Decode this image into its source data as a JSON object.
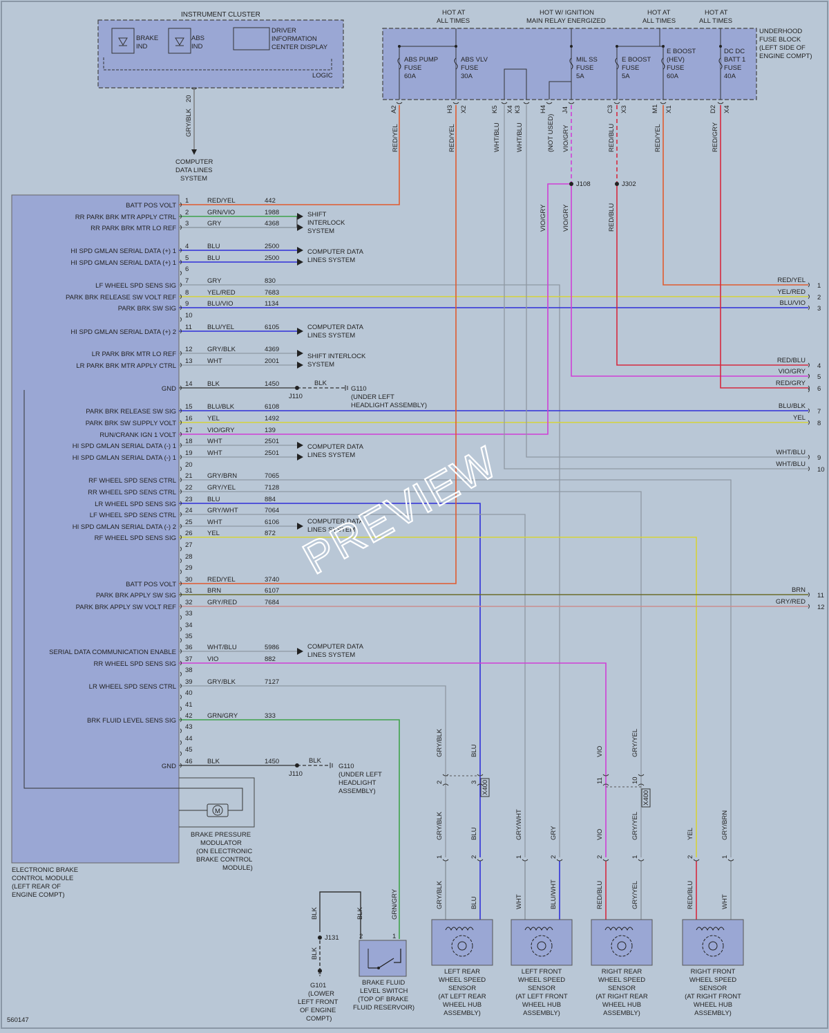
{
  "cluster": {
    "title": "INSTRUMENT CLUSTER",
    "brake_ind": [
      "BRAKE",
      "IND"
    ],
    "abs_ind": [
      "ABS",
      "IND"
    ],
    "dic": [
      "DRIVER",
      "INFORMATION",
      "CENTER DISPLAY"
    ],
    "logic": "LOGIC",
    "pin": "20",
    "wire": "GRY/BLK"
  },
  "cdl_top": [
    "COMPUTER",
    "DATA LINES",
    "SYSTEM"
  ],
  "fuse_block": {
    "label": [
      "UNDERHOOD",
      "FUSE BLOCK",
      "(LEFT SIDE OF",
      "ENGINE COMPT)"
    ],
    "hot1": [
      "HOT AT",
      "ALL TIMES"
    ],
    "hot2": [
      "HOT W/ IGNITION",
      "MAIN RELAY ENERGIZED"
    ],
    "hot3": [
      "HOT AT",
      "ALL TIMES"
    ],
    "hot4": [
      "HOT AT",
      "ALL TIMES"
    ],
    "fuses": [
      [
        "ABS PUMP",
        "FUSE",
        "60A"
      ],
      [
        "ABS VLV",
        "FUSE",
        "30A"
      ],
      [
        "MIL SS",
        "FUSE",
        "5A"
      ],
      [
        "E BOOST",
        "FUSE",
        "5A"
      ],
      [
        "E BOOST",
        "(HEV)",
        "FUSE",
        "60A"
      ],
      [
        "DC DC",
        "BATT 1",
        "FUSE",
        "40A"
      ]
    ],
    "pins": [
      "A2",
      "H3",
      "X2",
      "K5",
      "X4",
      "K3",
      "H4",
      "J4",
      "C3",
      "X3",
      "M1",
      "X1",
      "D2",
      "X4"
    ],
    "wires": [
      "RED/YEL",
      "RED/YEL",
      "WHT/BLU",
      "WHT/BLU",
      "(NOT USED)",
      "VIO/GRY",
      "RED/BLU",
      "RED/YEL",
      "RED/GRY"
    ]
  },
  "splices": {
    "j108": "J108",
    "j302": "J302",
    "j110": "J110",
    "j131": "J131"
  },
  "mid_wires": [
    "VIO/GRY",
    "VIO/GRY",
    "RED/BLU"
  ],
  "module_rows": [
    {
      "pin": "1",
      "name": "BATT POS VOLT",
      "color": "RED/YEL",
      "circuit": "442"
    },
    {
      "pin": "2",
      "name": "RR PARK BRK MTR APPLY CTRL",
      "color": "GRN/VIO",
      "circuit": "1988"
    },
    {
      "pin": "3",
      "name": "RR PARK BRK MTR LO REF",
      "color": "GRY",
      "circuit": "4368"
    },
    {
      "pin": "4",
      "name": "HI SPD GMLAN SERIAL DATA (+) 1",
      "color": "BLU",
      "circuit": "2500"
    },
    {
      "pin": "5",
      "name": "HI SPD GMLAN SERIAL DATA (+) 1",
      "color": "BLU",
      "circuit": "2500"
    },
    {
      "pin": "6",
      "name": "",
      "color": "",
      "circuit": ""
    },
    {
      "pin": "7",
      "name": "LF WHEEL SPD SENS SIG",
      "color": "GRY",
      "circuit": "830"
    },
    {
      "pin": "8",
      "name": "PARK BRK RELEASE SW VOLT REF",
      "color": "YEL/RED",
      "circuit": "7683"
    },
    {
      "pin": "9",
      "name": "PARK BRK SW SIG",
      "color": "BLU/VIO",
      "circuit": "1134"
    },
    {
      "pin": "10",
      "name": "",
      "color": "",
      "circuit": ""
    },
    {
      "pin": "11",
      "name": "HI SPD GMLAN SERIAL DATA (+) 2",
      "color": "BLU/YEL",
      "circuit": "6105"
    },
    {
      "pin": "12",
      "name": "LR PARK BRK MTR LO REF",
      "color": "GRY/BLK",
      "circuit": "4369"
    },
    {
      "pin": "13",
      "name": "LR PARK BRK MTR APPLY CTRL",
      "color": "WHT",
      "circuit": "2001"
    },
    {
      "pin": "14",
      "name": "GND",
      "color": "BLK",
      "circuit": "1450"
    },
    {
      "pin": "15",
      "name": "PARK BRK RELEASE SW SIG",
      "color": "BLU/BLK",
      "circuit": "6108"
    },
    {
      "pin": "16",
      "name": "PARK BRK SW SUPPLY VOLT",
      "color": "YEL",
      "circuit": "1492"
    },
    {
      "pin": "17",
      "name": "RUN/CRANK IGN 1 VOLT",
      "color": "VIO/GRY",
      "circuit": "139"
    },
    {
      "pin": "18",
      "name": "HI SPD GMLAN SERIAL DATA (-) 1",
      "color": "WHT",
      "circuit": "2501"
    },
    {
      "pin": "19",
      "name": "HI SPD GMLAN SERIAL DATA (-) 1",
      "color": "WHT",
      "circuit": "2501"
    },
    {
      "pin": "20",
      "name": "",
      "color": "",
      "circuit": ""
    },
    {
      "pin": "21",
      "name": "RF WHEEL SPD SENS CTRL",
      "color": "GRY/BRN",
      "circuit": "7065"
    },
    {
      "pin": "22",
      "name": "RR WHEEL SPD SENS CTRL",
      "color": "GRY/YEL",
      "circuit": "7128"
    },
    {
      "pin": "23",
      "name": "LR WHEEL SPD SENS SIG",
      "color": "BLU",
      "circuit": "884"
    },
    {
      "pin": "24",
      "name": "LF WHEEL SPD SENS CTRL",
      "color": "GRY/WHT",
      "circuit": "7064"
    },
    {
      "pin": "25",
      "name": "HI SPD GMLAN SERIAL DATA (-) 2",
      "color": "WHT",
      "circuit": "6106"
    },
    {
      "pin": "26",
      "name": "RF WHEEL SPD SENS SIG",
      "color": "YEL",
      "circuit": "872"
    },
    {
      "pin": "27",
      "name": "",
      "color": "",
      "circuit": ""
    },
    {
      "pin": "28",
      "name": "",
      "color": "",
      "circuit": ""
    },
    {
      "pin": "29",
      "name": "",
      "color": "",
      "circuit": ""
    },
    {
      "pin": "30",
      "name": "BATT POS VOLT",
      "color": "RED/YEL",
      "circuit": "3740"
    },
    {
      "pin": "31",
      "name": "PARK BRK APPLY SW SIG",
      "color": "BRN",
      "circuit": "6107"
    },
    {
      "pin": "32",
      "name": "PARK BRK APPLY SW VOLT REF",
      "color": "GRY/RED",
      "circuit": "7684"
    },
    {
      "pin": "33",
      "name": "",
      "color": "",
      "circuit": ""
    },
    {
      "pin": "34",
      "name": "",
      "color": "",
      "circuit": ""
    },
    {
      "pin": "35",
      "name": "",
      "color": "",
      "circuit": ""
    },
    {
      "pin": "36",
      "name": "SERIAL DATA COMMUNICATION ENABLE",
      "color": "WHT/BLU",
      "circuit": "5986"
    },
    {
      "pin": "37",
      "name": "RR WHEEL SPD SENS SIG",
      "color": "VIO",
      "circuit": "882"
    },
    {
      "pin": "38",
      "name": "",
      "color": "",
      "circuit": ""
    },
    {
      "pin": "39",
      "name": "LR WHEEL SPD SENS CTRL",
      "color": "GRY/BLK",
      "circuit": "7127"
    },
    {
      "pin": "40",
      "name": "",
      "color": "",
      "circuit": ""
    },
    {
      "pin": "41",
      "name": "",
      "color": "",
      "circuit": ""
    },
    {
      "pin": "42",
      "name": "BRK FLUID LEVEL SENS SIG",
      "color": "GRN/GRY",
      "circuit": "333"
    },
    {
      "pin": "43",
      "name": "",
      "color": "",
      "circuit": ""
    },
    {
      "pin": "44",
      "name": "",
      "color": "",
      "circuit": ""
    },
    {
      "pin": "45",
      "name": "",
      "color": "",
      "circuit": ""
    },
    {
      "pin": "46",
      "name": "GND",
      "color": "BLK",
      "circuit": "1450"
    }
  ],
  "dests": {
    "shift1": [
      "SHIFT",
      "INTERLOCK",
      "SYSTEM"
    ],
    "cdl1": [
      "COMPUTER DATA",
      "LINES SYSTEM"
    ],
    "cdl2": [
      "COMPUTER DATA",
      "LINES SYSTEM"
    ],
    "shift2": [
      "SHIFT INTERLOCK",
      "SYSTEM"
    ],
    "cdl3": [
      "COMPUTER DATA",
      "LINES SYSTEM"
    ],
    "cdl4": [
      "COMPUTER DATA",
      "LINES SYSTEM"
    ],
    "cdl5": [
      "COMPUTER DATA",
      "LINES SYSTEM"
    ],
    "gnd1_wire": "BLK",
    "g110_1": [
      "G110",
      "(UNDER LEFT",
      "HEADLIGHT ASSEMBLY)"
    ],
    "gnd2_wire": "BLK",
    "g110_2": [
      "G110",
      "(UNDER LEFT",
      "HEADLIGHT",
      "ASSEMBLY)"
    ]
  },
  "right_conn": [
    {
      "num": "1",
      "wire": "RED/YEL"
    },
    {
      "num": "2",
      "wire": "YEL/RED"
    },
    {
      "num": "3",
      "wire": "BLU/VIO"
    },
    {
      "num": "4",
      "wire": "RED/BLU"
    },
    {
      "num": "",
      "wire": "VIO/GRY"
    },
    {
      "num": "5",
      "wire": ""
    },
    {
      "num": "6",
      "wire": "RED/GRY"
    },
    {
      "num": "7",
      "wire": "BLU/BLK"
    },
    {
      "num": "8",
      "wire": "YEL"
    },
    {
      "num": "9",
      "wire": "WHT/BLU"
    },
    {
      "num": "10",
      "wire": "WHT/BLU"
    },
    {
      "num": "11",
      "wire": "BRN"
    },
    {
      "num": "12",
      "wire": "GRY/RED"
    }
  ],
  "module_label": [
    "ELECTRONIC BRAKE",
    "CONTROL MODULE",
    "(LEFT REAR OF",
    "ENGINE COMPT)"
  ],
  "modulator": [
    "BRAKE PRESSURE",
    "MODULATOR",
    "(ON ELECTRONIC",
    "BRAKE CONTROL",
    "MODULE)"
  ],
  "motor": "M",
  "x400": "X400",
  "inline_upper": {
    "pins": [
      "2",
      "3",
      "11",
      "10"
    ],
    "wires": [
      "GRY/BLK",
      "BLU",
      "VIO",
      "GRY/YEL"
    ]
  },
  "sensor_wires_mid": [
    "GRY/BLK",
    "BLU",
    "GRY/WHT",
    "GRY",
    "VIO",
    "GRY/YEL",
    "YEL",
    "GRY/BRN"
  ],
  "sensor_pins": [
    "1",
    "2",
    "1",
    "2",
    "2",
    "1",
    "2",
    "1"
  ],
  "sensor_wires_low": [
    "GRY/BLK",
    "BLU",
    "WHT",
    "BLU/WHT",
    "RED/BLU",
    "GRY/YEL",
    "RED/BLU",
    "WHT"
  ],
  "sensors": [
    [
      "LEFT REAR",
      "WHEEL SPEED",
      "SENSOR",
      "(AT LEFT REAR",
      "WHEEL HUB",
      "ASSEMBLY)"
    ],
    [
      "LEFT FRONT",
      "WHEEL SPEED",
      "SENSOR",
      "(AT LEFT FRONT",
      "WHEEL HUB",
      "ASSEMBLY)"
    ],
    [
      "RIGHT REAR",
      "WHEEL SPEED",
      "SENSOR",
      "(AT RIGHT REAR",
      "WHEEL HUB",
      "ASSEMBLY)"
    ],
    [
      "RIGHT FRONT",
      "WHEEL SPEED",
      "SENSOR",
      "(AT RIGHT FRONT",
      "WHEEL HUB",
      "ASSEMBLY)"
    ]
  ],
  "fluid_switch": {
    "label": [
      "BRAKE FLUID",
      "LEVEL SWITCH",
      "(TOP OF BRAKE",
      "FLUID RESERVOIR)"
    ],
    "pins": [
      "2",
      "1"
    ],
    "wires": [
      "BLK",
      "BLK",
      "GRN/GRY",
      "BLK"
    ]
  },
  "g101": [
    "G101",
    "(LOWER",
    "LEFT FRONT",
    "OF ENGINE",
    "COMPT)"
  ],
  "doc_number": "560147",
  "watermark": "PREVIEW",
  "colors": {
    "bg": "#b9c7d6",
    "box": "#9aa7d4",
    "red": "#e05a2e",
    "blue": "#2f2fd8",
    "magenta": "#cf3fd6",
    "yellow": "#d6d33a",
    "gray": "#8e98a2",
    "green": "#3fa24a",
    "brown": "#6b6b2a",
    "crimson": "#d6283e"
  }
}
